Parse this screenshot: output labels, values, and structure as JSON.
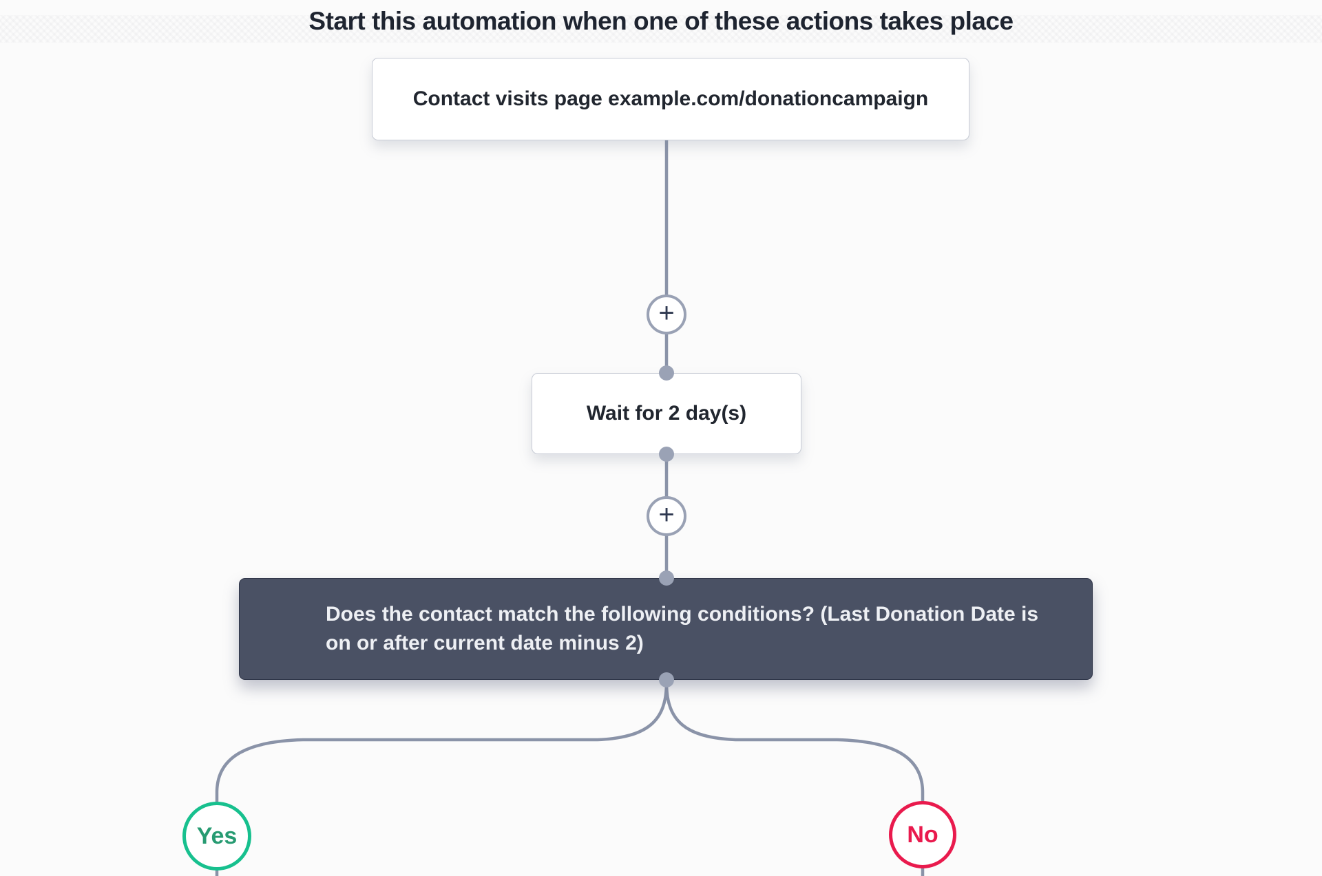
{
  "page": {
    "title": "Start this automation when one of these actions takes place"
  },
  "flow": {
    "trigger": {
      "label": "Contact visits page example.com/donationcampaign"
    },
    "add_action_label": "+",
    "wait": {
      "label": "Wait for 2 day(s)"
    },
    "condition": {
      "line1": "Does the contact match the following conditions? (Last Donation Date is",
      "line2": "on or after current date minus 2)"
    },
    "branches": {
      "yes_label": "Yes",
      "no_label": "No"
    }
  },
  "colors": {
    "connector": "#8a93a8",
    "connector_dot": "#9aa2b5",
    "condition_bg": "#4a5164",
    "yes_border": "#17c08e",
    "yes_text": "#279b72",
    "no": "#e91a4d",
    "node_border": "#c7cbd5",
    "title_text": "#1e2430"
  }
}
